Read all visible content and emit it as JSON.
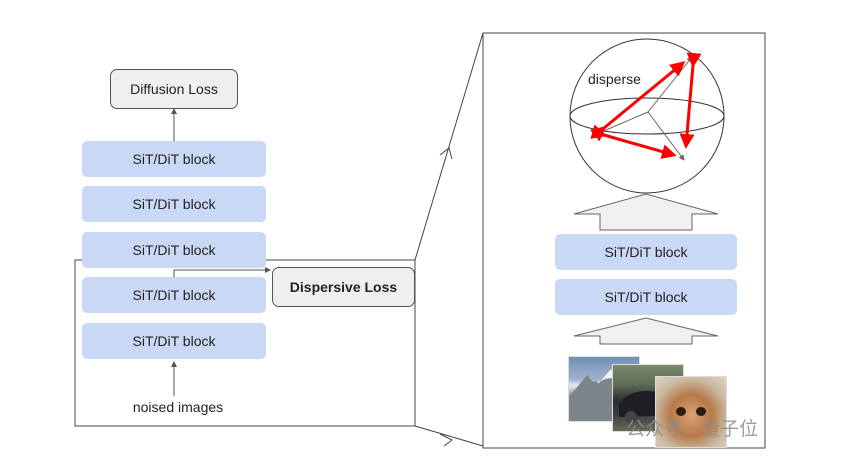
{
  "left_stack": {
    "diffusion_loss": "Diffusion Loss",
    "blocks": [
      "SiT/DiT block",
      "SiT/DiT block",
      "SiT/DiT block",
      "SiT/DiT block",
      "SiT/DiT block"
    ],
    "dispersive_loss": "Dispersive Loss",
    "input_label": "noised images"
  },
  "right_panel": {
    "sphere_label": "disperse",
    "blocks": [
      "SiT/DiT block",
      "SiT/DiT block"
    ],
    "images": [
      "mountain-photo",
      "car-photo",
      "kitten-photo"
    ]
  },
  "watermark": "公众号 · 量子位",
  "colors": {
    "block_fill": "#c9d9f5",
    "loss_fill": "#efefef",
    "disperse_arrow": "#ff0000"
  }
}
